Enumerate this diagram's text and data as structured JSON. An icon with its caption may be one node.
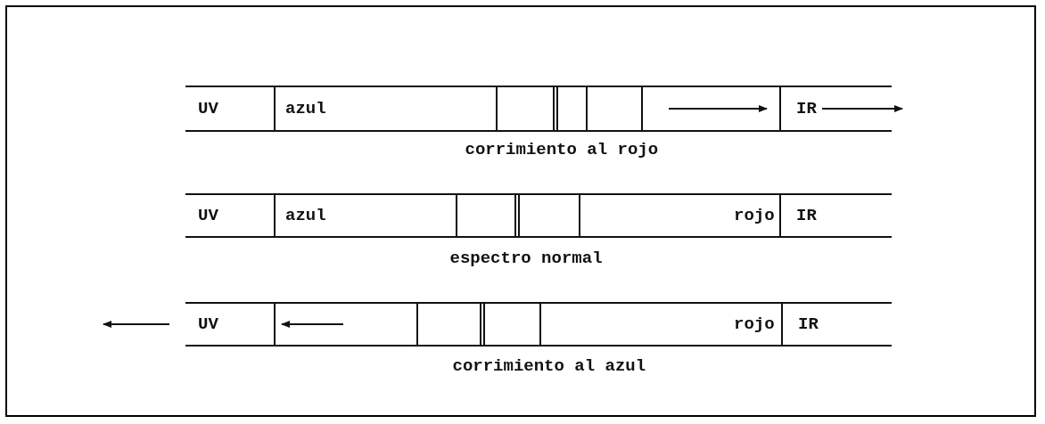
{
  "diagram": {
    "labels": [
      "UV",
      "azul",
      "IR",
      "corrimiento al rojo",
      "UV",
      "azul",
      "rojo",
      "IR",
      "espectro normal",
      "UV",
      "rojo",
      "IR",
      "corrimiento al azul"
    ]
  }
}
